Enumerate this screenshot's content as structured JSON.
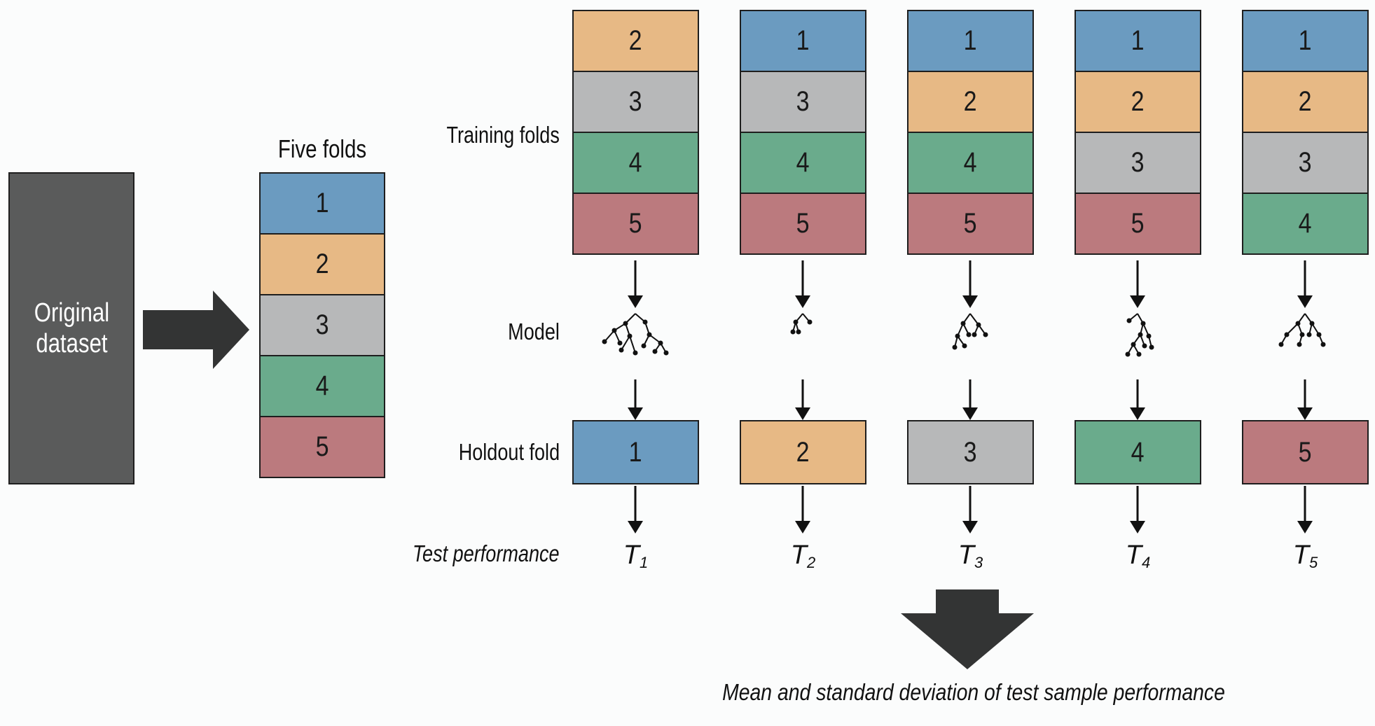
{
  "original_dataset_label": "Original\ndataset",
  "five_folds_title": "Five folds",
  "fold_colors": {
    "1": "#6b9bc0",
    "2": "#e7b985",
    "3": "#b7b8b9",
    "4": "#6aab8c",
    "5": "#bb7a7e"
  },
  "folds": [
    "1",
    "2",
    "3",
    "4",
    "5"
  ],
  "row_labels": {
    "training": "Training folds",
    "model": "Model",
    "holdout": "Holdout fold",
    "test": "Test performance"
  },
  "iterations": [
    {
      "training": [
        "2",
        "3",
        "4",
        "5"
      ],
      "holdout": "1",
      "test": "T",
      "test_sub": "1"
    },
    {
      "training": [
        "1",
        "3",
        "4",
        "5"
      ],
      "holdout": "2",
      "test": "T",
      "test_sub": "2"
    },
    {
      "training": [
        "1",
        "2",
        "4",
        "5"
      ],
      "holdout": "3",
      "test": "T",
      "test_sub": "3"
    },
    {
      "training": [
        "1",
        "2",
        "3",
        "5"
      ],
      "holdout": "4",
      "test": "T",
      "test_sub": "4"
    },
    {
      "training": [
        "1",
        "2",
        "3",
        "4"
      ],
      "holdout": "5",
      "test": "T",
      "test_sub": "5"
    }
  ],
  "footer": "Mean and standard deviation of test sample performance"
}
